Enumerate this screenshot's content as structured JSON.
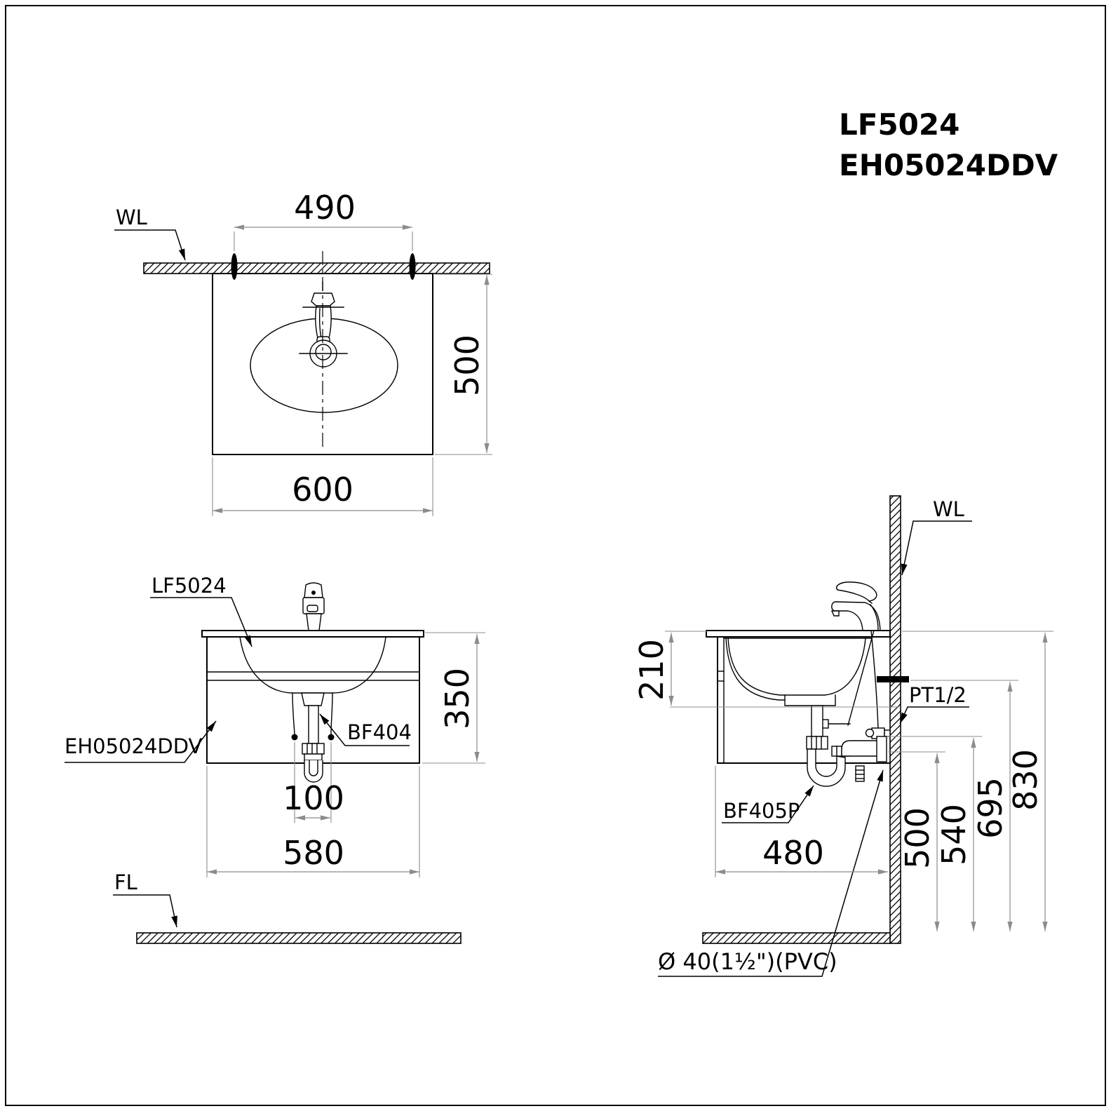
{
  "title": {
    "model_basin": "LF5024",
    "model_cabinet": "EH05024DDV"
  },
  "plan_view": {
    "wall_label": "WL",
    "dim_bolt_spacing": "490",
    "dim_depth": "500",
    "dim_width": "600"
  },
  "front_view": {
    "basin_label": "LF5024",
    "cabinet_label": "EH05024DDV",
    "drain_label": "BF404",
    "floor_label": "FL",
    "dim_height": "350",
    "dim_drain_spacing": "100",
    "dim_width": "580"
  },
  "side_view": {
    "wall_label": "WL",
    "supply_label": "PT1/2",
    "trap_label": "BF405P",
    "outlet_label": "Ø 40(1½\")(PVC)",
    "dim_basin_depth": "210",
    "dim_depth": "480",
    "dim_drain_height": "500",
    "dim_valve_height": "540",
    "dim_supply_height": "695",
    "dim_counter_height": "830"
  },
  "colors": {
    "line": "#000000",
    "dimension": "#8c8c8c",
    "background": "#ffffff"
  }
}
